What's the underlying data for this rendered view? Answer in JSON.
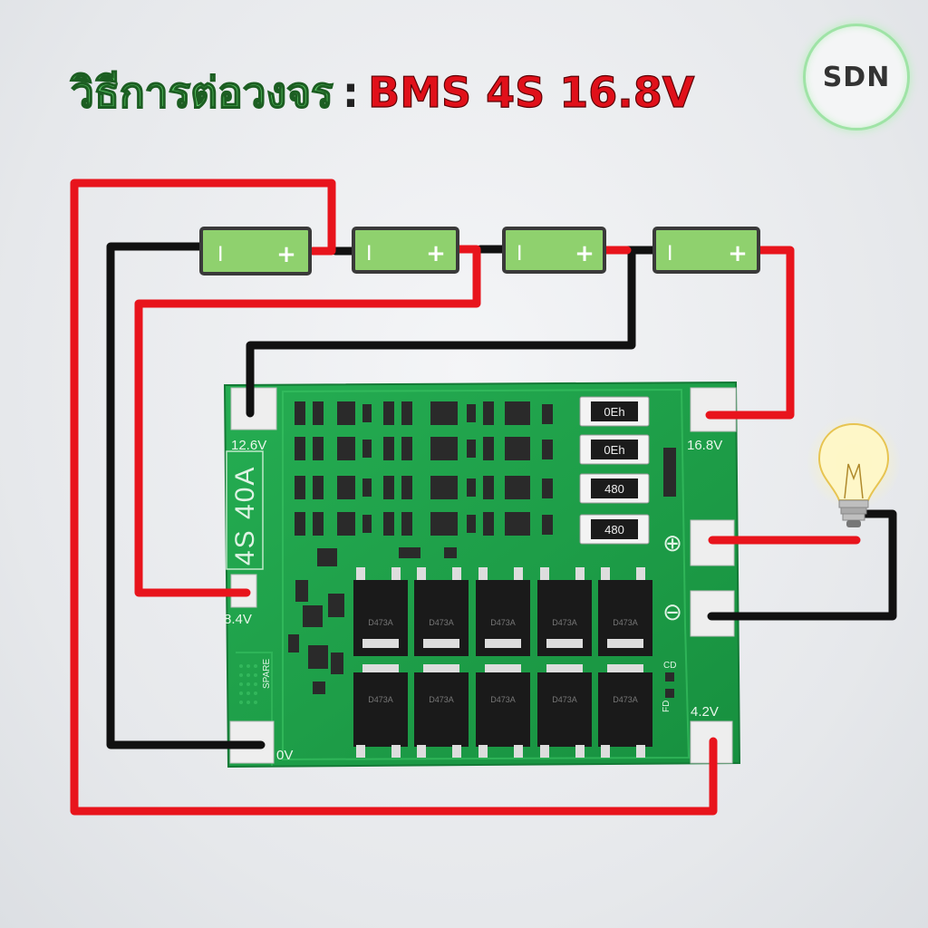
{
  "title": {
    "thai": "วิธีการต่อวงจร",
    "separator": ":",
    "main": "BMS 4S 16.8V"
  },
  "logo": {
    "text": "SDN"
  },
  "batteries": [
    {
      "neg": "I",
      "pos": "+"
    },
    {
      "neg": "I",
      "pos": "+"
    },
    {
      "neg": "I",
      "pos": "+"
    },
    {
      "neg": "I",
      "pos": "+"
    }
  ],
  "board": {
    "model": "4S 40A",
    "pads": {
      "v126": "12.6V",
      "v168": "16.8V",
      "v84": "8.4V",
      "v0": "0V",
      "v42": "4.2V"
    },
    "plus_symbol": "⊕",
    "minus_symbol": "⊖",
    "resistors": [
      "0Eh",
      "0Eh",
      "480",
      "480"
    ],
    "mosfet_label": "D473A",
    "side_labels": {
      "cd": "CD",
      "fd": "FD",
      "spare": "SPARE"
    }
  },
  "colors": {
    "wire_red": "#e8141c",
    "wire_black": "#111111",
    "battery_green": "#8fd16e",
    "board_green": "#1e9f49",
    "pad_white": "#eeeeee",
    "bulb_glow": "#fff3a0"
  },
  "icons": {
    "load": "light-bulb-icon"
  }
}
